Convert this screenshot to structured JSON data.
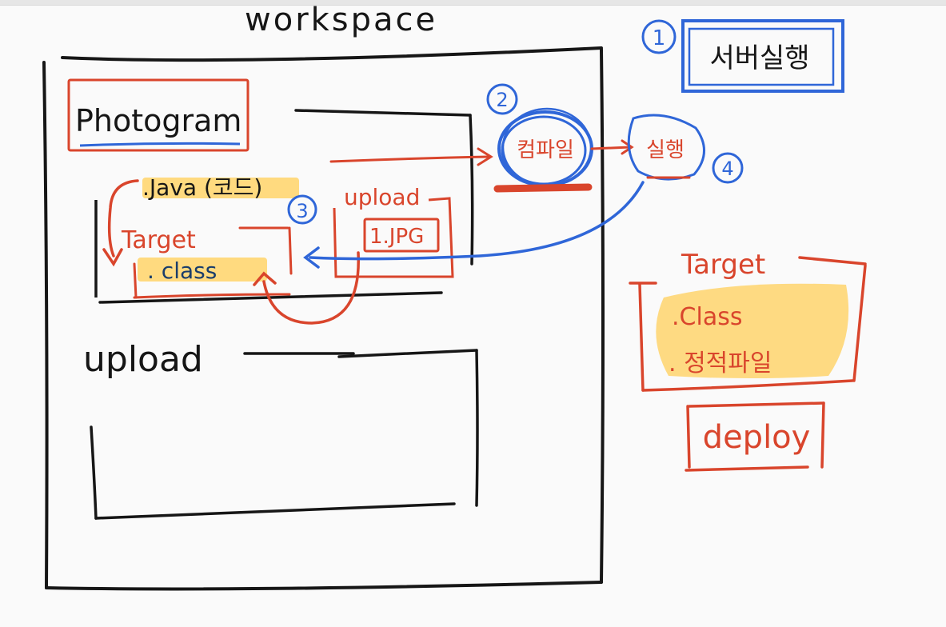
{
  "workspace": {
    "title": "workspace"
  },
  "project": {
    "name": "Photogram",
    "java_code": ".Java (코드)",
    "upload_folder": "upload",
    "upload_file": "1.JPG",
    "target_label": "Target",
    "class_label": ". class"
  },
  "upload_section": {
    "title": "upload"
  },
  "steps": {
    "step1": {
      "number": "1",
      "label": "서버실행"
    },
    "step2": {
      "number": "2",
      "label": "컴파일"
    },
    "step3": {
      "number": "3"
    },
    "step4": {
      "number": "4",
      "label": "실행"
    }
  },
  "target_box": {
    "title": "Target",
    "items": [
      ".Class",
      ". 정적파일"
    ]
  },
  "deploy": {
    "label": "deploy"
  },
  "colors": {
    "black_ink": "#161616",
    "red_ink": "#d9452c",
    "blue_ink": "#2f66d8",
    "highlight": "#ffcf5a"
  }
}
